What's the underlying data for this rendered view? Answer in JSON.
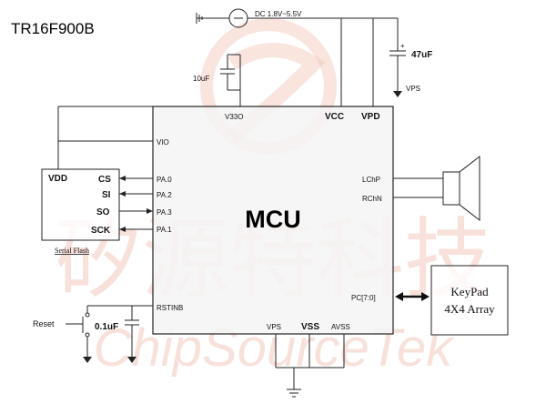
{
  "title": "TR16F900B",
  "mcu": {
    "label": "MCU",
    "pins": {
      "v33o": "V33O",
      "vcc": "VCC",
      "vpd": "VPD",
      "vio": "VIO",
      "pa0": "PA.0",
      "pa2": "PA.2",
      "pa3": "PA.3",
      "pa1": "PA.1",
      "lchp": "LChP",
      "rchn": "RChN",
      "rstinb": "RSTINB",
      "pc": "PC[7:0]",
      "vps": "VPS",
      "vss": "VSS",
      "avss": "AVSS"
    }
  },
  "power": {
    "source": "DC 1.8V~5.5V",
    "cap_top": "47uF",
    "cap_top_plus": "+",
    "vps": "VPS",
    "cap_v33": "10uF"
  },
  "flash": {
    "caption": "Serial Flash",
    "pins": {
      "vdd": "VDD",
      "cs": "CS",
      "si": "SI",
      "so": "SO",
      "sck": "SCK"
    }
  },
  "keypad": {
    "line1": "KeyPad",
    "line2": "4X4 Array"
  },
  "reset": {
    "label": "Reset",
    "cap": "0.1uF"
  },
  "watermark": {
    "cn": "矽源特科技",
    "en": "ChipSourceTek"
  },
  "colors": {
    "watermark": "#f3c9bd",
    "line": "#222222",
    "chip_fill": "#f4f4f4"
  }
}
